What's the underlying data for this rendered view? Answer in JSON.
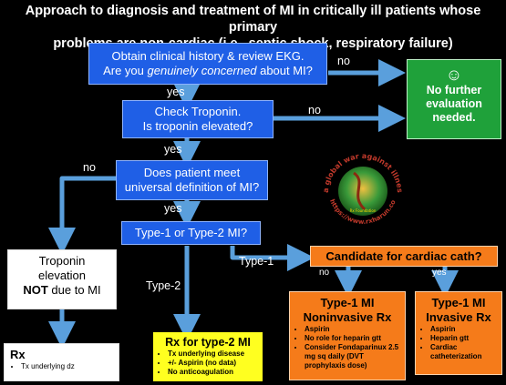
{
  "title_line1": "Approach to diagnosis and treatment of MI in critically ill patients whose primary",
  "title_line2": "problems are non-cardiac (i.e., septic shock, respiratory failure)",
  "box_history": {
    "line1": "Obtain clinical history & review EKG.",
    "line2_pre": "Are you ",
    "line2_em": "genuinely concerned",
    "line2_post": " about MI?"
  },
  "box_no_eval": {
    "smile": "☺",
    "line1": "No further",
    "line2": "evaluation",
    "line3": "needed."
  },
  "box_troponin": {
    "line1": "Check Troponin.",
    "line2": "Is troponin elevated?"
  },
  "box_universal": {
    "line1": "Does patient meet",
    "line2": "universal definition of MI?"
  },
  "box_type": {
    "text": "Type-1 or Type-2 MI?"
  },
  "box_trop_elev": {
    "line1": "Troponin",
    "line2": "elevation",
    "line3_bold": "NOT",
    "line3_rest": " due to MI"
  },
  "box_rx": {
    "title": "Rx",
    "item": "Tx  underlying dz"
  },
  "box_cath": {
    "text": "Candidate for cardiac cath?"
  },
  "box_noninv": {
    "title1": "Type-1 MI",
    "title2": "Noninvasive Rx",
    "items": [
      "Aspirin",
      "No role for heparin gtt",
      "Consider Fondaparinux 2.5 mg sq daily (DVT prophylaxis dose)"
    ]
  },
  "box_inv": {
    "title1": "Type-1 MI",
    "title2": "Invasive Rx",
    "items": [
      "Aspirin",
      "Heparin gtt",
      "Cardiac catheterization"
    ]
  },
  "box_type2": {
    "title": "Rx for type-2 MI",
    "items": [
      "Tx underlying disease",
      "+/- Aspirin (no data)",
      "No anticoagulation"
    ]
  },
  "labels": {
    "no1": "no",
    "yes1": "yes",
    "no2": "no",
    "yes2": "yes",
    "no3": "no",
    "yes3": "yes",
    "type1": "Type-1",
    "type2": "Type-2",
    "cath_no": "no",
    "cath_yes": "yes"
  },
  "logo": {
    "arc": "a global war against illness!",
    "url": "https://www.rxharun.com",
    "name": "Rx Foundation"
  },
  "colors": {
    "blue_box": "#1f5fe6",
    "green_box": "#1fa13a",
    "orange_box": "#f57b1a",
    "yellow_box": "#ffff20",
    "arrow": "#5a9fdc"
  }
}
